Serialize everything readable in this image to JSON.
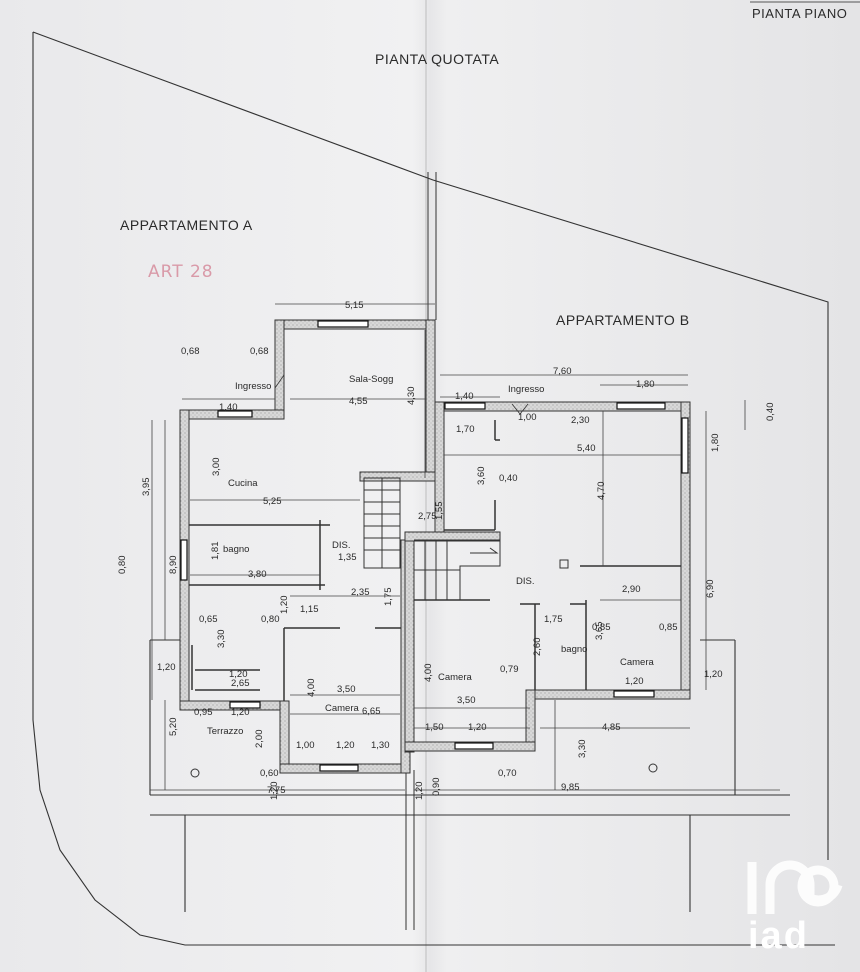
{
  "sheet": {
    "corner_title": "PIANTA PIANO",
    "main_title": "PIANTA QUOTATA",
    "handwritten_note": "ART 28"
  },
  "units": {
    "a": "APPARTAMENTO  A",
    "b": "APPARTAMENTO  B"
  },
  "rooms_a": {
    "ingresso": "Ingresso",
    "sala": "Sala-Sogg",
    "cucina": "Cucina",
    "bagno": "bagno",
    "dis": "DIS.",
    "camera": "Camera",
    "terrazzo": "Terrazzo"
  },
  "rooms_b": {
    "ingresso": "Ingresso",
    "dis": "DIS.",
    "camera_left": "Camera",
    "bagno": "bagno",
    "camera_right": "Camera"
  },
  "dims_a": {
    "d515": "5,15",
    "d068a": "0,68",
    "d068b": "0,68",
    "d140": "1,40",
    "d455": "4,55",
    "d430": "4,30",
    "d300": "3,00",
    "d525": "5,25",
    "d395": "3,95",
    "d181": "1,81",
    "d135": "1,35",
    "d890": "8,90",
    "d080": "0,80",
    "d380": "3,80",
    "d235": "2,35",
    "d175": "1,75",
    "d115": "1,15",
    "d120v": "1,20",
    "d065": "0,65",
    "d080b": "0,80",
    "d330": "3,30",
    "d120a": "1,20",
    "d265": "2,65",
    "d120l": "1,20",
    "d350": "3,50",
    "d400": "4,00",
    "d095": "0,95",
    "d120b": "1,20",
    "d665": "6,65",
    "d520": "5,20",
    "d200": "2,00",
    "d100": "1,00",
    "d120c": "1,20",
    "d130": "1,30",
    "d060": "0,60",
    "d775": "7,75",
    "d120d": "1,20",
    "d155": "1,55",
    "d275": "2,75"
  },
  "dims_b": {
    "d760": "7,60",
    "d180a": "1,80",
    "d140": "1,40",
    "d100": "1,00",
    "d230": "2,30",
    "d170": "1,70",
    "d540": "5,40",
    "d180v": "1,80",
    "d040": "0,40",
    "d360": "3,60",
    "d040b": "0,40",
    "d470": "4,70",
    "d690": "6,90",
    "d290": "2,90",
    "d175": "1,75",
    "d085a": "0,85",
    "d085b": "0,85",
    "d260": "2,60",
    "d365": "3,65",
    "d400": "4,00",
    "d079": "0,79",
    "d120a": "1,20",
    "d350": "3,50",
    "d150": "1,50",
    "d120b": "1,20",
    "d485": "4,85",
    "d120r": "1,20",
    "d330": "3,30",
    "d090": "0,90",
    "d070": "0,70",
    "d985": "9,85",
    "d120c": "1,20"
  },
  "watermark": {
    "brand": "iad",
    "icon": "iad-logo-icon"
  },
  "colors": {
    "paper": "#efeff0",
    "ink": "#2a2a2a",
    "wall_fill": "#cfcfcf",
    "pencil": "#d99aa8",
    "watermark": "#ffffff"
  }
}
